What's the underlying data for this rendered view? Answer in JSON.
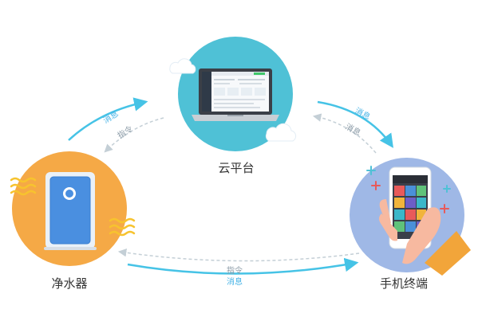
{
  "nodes": {
    "cloud": {
      "label": "云平台"
    },
    "purifier": {
      "label": "净水器"
    },
    "phone": {
      "label": "手机终端"
    }
  },
  "edges": {
    "left_upper_message": "消息",
    "left_lower_command": "指令",
    "right_upper_message": "消息",
    "right_lower_message": "消息",
    "bottom_command": "指令",
    "bottom_message": "消息"
  },
  "colors": {
    "cloud_circle": "#4fc1d6",
    "purifier_circle": "#f5a946",
    "phone_circle": "#9fb8e6",
    "arrow_solid": "#46c3e6",
    "arrow_dashed": "#c4cfd6",
    "label_blue": "#46b3e6",
    "label_gray": "#8a9aa6",
    "wave": "#f7c32e",
    "node_text": "#333333"
  },
  "icons": {
    "cloud_node": "laptop-icon",
    "purifier_node": "water-purifier-icon",
    "phone_node": "smartphone-in-hand-icon"
  }
}
